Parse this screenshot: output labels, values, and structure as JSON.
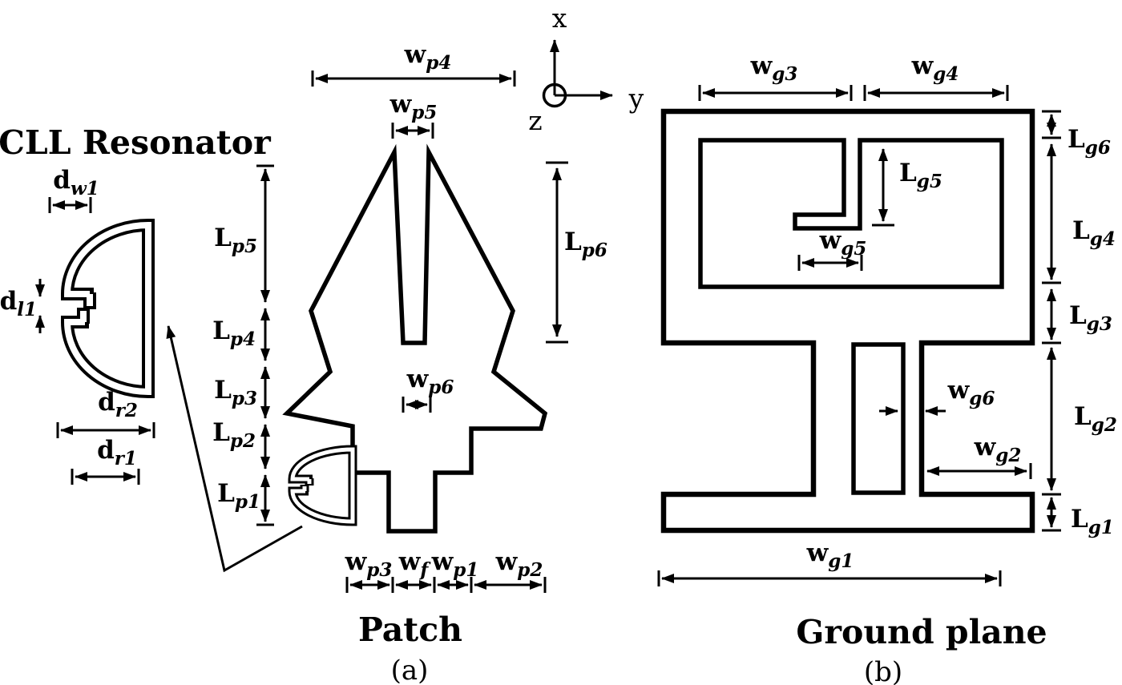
{
  "colors": {
    "ink": "#000000",
    "paper": "#ffffff"
  },
  "titles": {
    "resonator": "CLL Resonator",
    "patch": "Patch",
    "ground": "Ground plane"
  },
  "captions": {
    "a": "(a)",
    "b": "(b)"
  },
  "axes": {
    "x": "x",
    "y": "y",
    "z": "z"
  },
  "dims": {
    "dw1": {
      "m": "d",
      "s": "w1"
    },
    "dl1": {
      "m": "d",
      "s": "l1"
    },
    "dr2": {
      "m": "d",
      "s": "r2"
    },
    "dr1": {
      "m": "d",
      "s": "r1"
    },
    "Lp1": {
      "m": "L",
      "s": "p1"
    },
    "Lp2": {
      "m": "L",
      "s": "p2"
    },
    "Lp3": {
      "m": "L",
      "s": "p3"
    },
    "Lp4": {
      "m": "L",
      "s": "p4"
    },
    "Lp5": {
      "m": "L",
      "s": "p5"
    },
    "Lp6": {
      "m": "L",
      "s": "p6"
    },
    "wp1": {
      "m": "w",
      "s": "p1"
    },
    "wp2": {
      "m": "w",
      "s": "p2"
    },
    "wp3": {
      "m": "w",
      "s": "p3"
    },
    "wp4": {
      "m": "w",
      "s": "p4"
    },
    "wp5": {
      "m": "w",
      "s": "p5"
    },
    "wp6": {
      "m": "w",
      "s": "p6"
    },
    "wf": {
      "m": "w",
      "s": "f"
    },
    "Lg1": {
      "m": "L",
      "s": "g1"
    },
    "Lg2": {
      "m": "L",
      "s": "g2"
    },
    "Lg3": {
      "m": "L",
      "s": "g3"
    },
    "Lg4": {
      "m": "L",
      "s": "g4"
    },
    "Lg5": {
      "m": "L",
      "s": "g5"
    },
    "Lg6": {
      "m": "L",
      "s": "g6"
    },
    "wg1": {
      "m": "w",
      "s": "g1"
    },
    "wg2": {
      "m": "w",
      "s": "g2"
    },
    "wg3": {
      "m": "w",
      "s": "g3"
    },
    "wg4": {
      "m": "w",
      "s": "g4"
    },
    "wg5": {
      "m": "w",
      "s": "g5"
    },
    "wg6": {
      "m": "w",
      "s": "g6"
    }
  }
}
